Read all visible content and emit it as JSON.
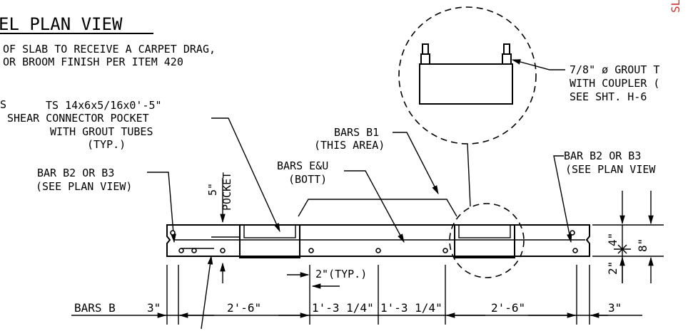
{
  "title": "EL PLAN VIEW",
  "edge_label": "SL",
  "finish_note": [
    "OF SLAB TO RECEIVE A CARPET DRAG,",
    "OR BROOM FINISH PER ITEM 420"
  ],
  "left_fragment": "S",
  "shear_pocket": [
    "TS 14x6x5/16x0'-5\"",
    "SHEAR CONNECTOR POCKET",
    "WITH GROUT TUBES",
    "(TYP.)"
  ],
  "bar_b2_left": [
    "BAR B2 OR B3",
    "(SEE PLAN VIEW)"
  ],
  "pocket_dim": [
    "5\"",
    "POCKET"
  ],
  "bars_b1": [
    "BARS B1",
    "(THIS AREA)"
  ],
  "bars_eu": [
    "BARS E&U",
    "(BOTT)"
  ],
  "grout_tube": [
    "7/8\" ø GROUT T",
    "WITH COUPLER (",
    "SEE SHT. H-6"
  ],
  "bar_b2_right": [
    "BAR B2 OR B3",
    "(SEE PLAN VIEW"
  ],
  "dims": {
    "d4": "4\"",
    "d8": "8\"",
    "d2": "2\"",
    "typ": "2\"(TYP.)",
    "bars_b": "BARS B",
    "b1": "3\"",
    "b2": "2'-6\"",
    "b3": "1'-3 1/4\"",
    "b4": "1'-3 1/4\"",
    "b5": "2'-6\"",
    "b6": "3\""
  },
  "colors": {
    "line": "#000000",
    "accent": "#d0302c",
    "background": "#ffffff"
  }
}
